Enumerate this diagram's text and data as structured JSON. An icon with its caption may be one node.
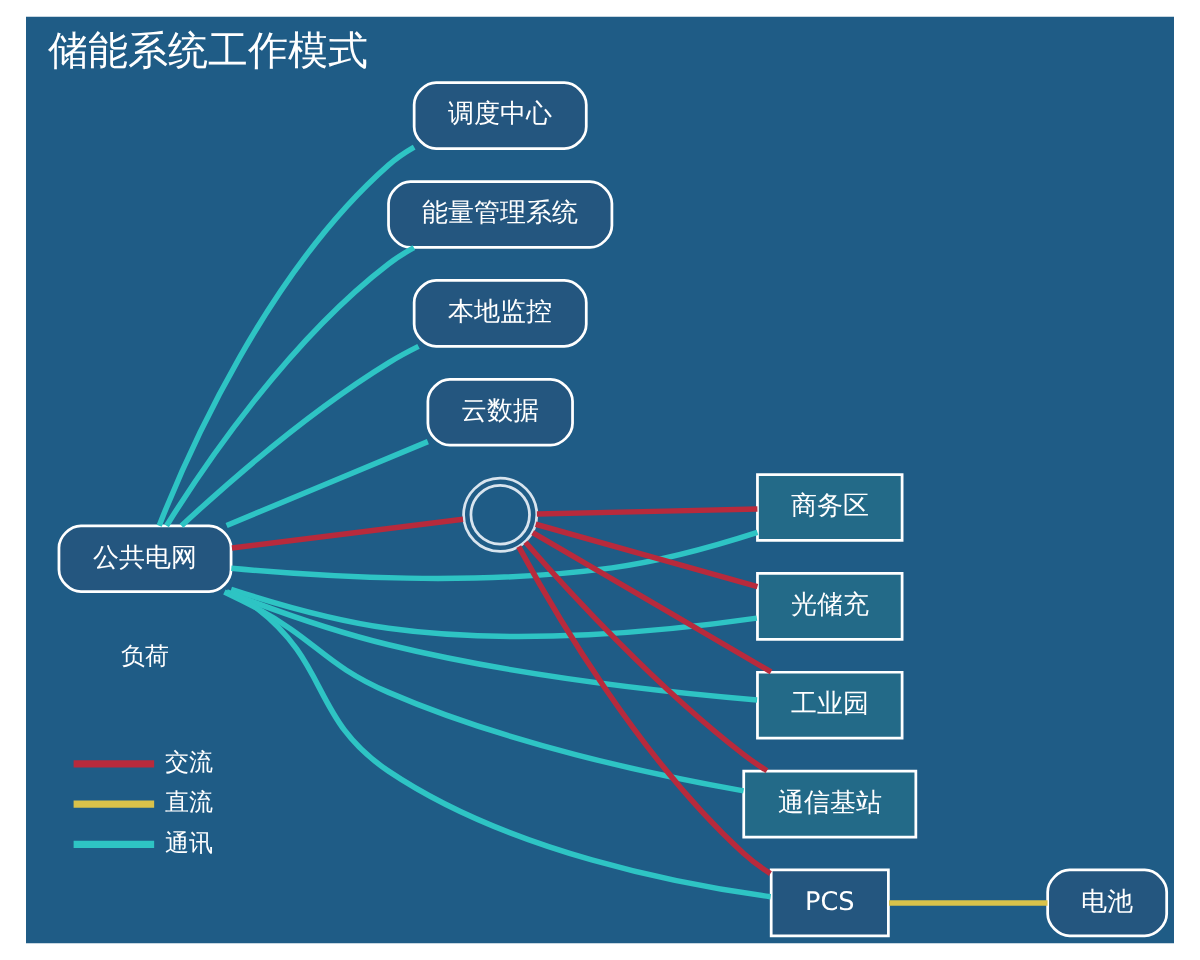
{
  "diagram": {
    "title": "储能系统工作模式",
    "nodes": [
      {
        "text": [
          "公共电网"
        ]
      },
      {
        "text": [],
        "shape": "circle"
      },
      {
        "text": [
          "调度中心"
        ]
      },
      {
        "text": [
          "能量管理系统"
        ]
      },
      {
        "text": [
          "本地监控"
        ]
      },
      {
        "text": [
          "云数据"
        ]
      },
      {
        "text": [
          "PCS"
        ]
      },
      {
        "text": [
          "电池"
        ]
      },
      {
        "text": [
          "商务区"
        ]
      },
      {
        "text": [
          "光储充"
        ]
      },
      {
        "text": [
          "工业园"
        ]
      },
      {
        "text": [
          "通信基站"
        ]
      }
    ],
    "edges": [
      {
        "from": 0,
        "to": 2,
        "arrow": "none"
      },
      {
        "from": 0,
        "to": 3,
        "arrow": "none"
      },
      {
        "from": 0,
        "to": 4,
        "arrow": "none"
      },
      {
        "from": 0,
        "to": 5,
        "arrow": "none"
      },
      {
        "from": 0,
        "to": 1,
        "arrow": "none",
        "color": "#b82a3c"
      },
      {
        "from": 0,
        "to": 8,
        "arrow": "none"
      },
      {
        "from": 0,
        "to": 9,
        "arrow": "none"
      },
      {
        "from": 0,
        "to": 10,
        "arrow": "none"
      },
      {
        "from": 0,
        "to": 11,
        "arrow": "none"
      },
      {
        "from": 1,
        "to": 8,
        "arrow": "none",
        "color": "#b82a3c"
      },
      {
        "from": 1,
        "to": 9,
        "arrow": "none",
        "color": "#b82a3c"
      },
      {
        "from": 1,
        "to": 10,
        "arrow": "none",
        "color": "#b82a3c"
      },
      {
        "from": 1,
        "to": 11,
        "arrow": "none",
        "color": "#b82a3c"
      },
      {
        "from": 0,
        "to": 6,
        "arrow": "none"
      },
      {
        "from": 1,
        "to": 6,
        "arrow": "none",
        "color": "#b82a3c"
      },
      {
        "from": 6,
        "to": 7,
        "arrow": "none",
        "color": "#d9c24a"
      }
    ],
    "labels": [
      "负荷"
    ],
    "legend": [
      {
        "text": "交流",
        "color": "#b82a3c"
      },
      {
        "text": "直流",
        "color": "#d9c24a"
      },
      {
        "text": "通讯",
        "color": "#2ec4c4"
      }
    ]
  }
}
